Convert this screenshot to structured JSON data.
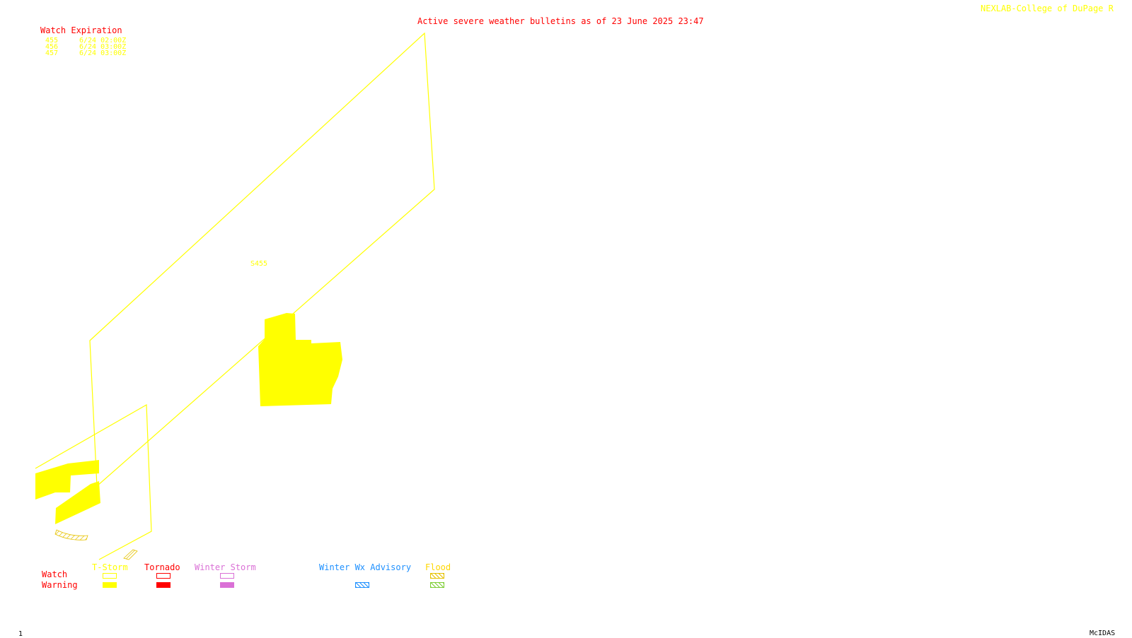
{
  "header": {
    "title": "Active severe weather bulletins as of 23 June 2025 23:47",
    "credit": "NEXLAB-College of DuPage R"
  },
  "watch_table": {
    "heading": "Watch Expiration",
    "rows": [
      {
        "id": "455",
        "expires": "6/24 02:00Z"
      },
      {
        "id": "456",
        "expires": "6/24 03:00Z"
      },
      {
        "id": "457",
        "expires": "6/24 03:00Z"
      }
    ]
  },
  "map": {
    "watch_label": "S455"
  },
  "legend": {
    "row_watch": "Watch",
    "row_warning": "Warning",
    "columns": [
      {
        "label": "T-Storm",
        "color": "#ffff00"
      },
      {
        "label": "Tornado",
        "color": "#ff0000"
      },
      {
        "label": "Winter Storm",
        "color": "#da70d6"
      },
      {
        "label": "Winter Wx Advisory",
        "color": "#1e90ff"
      },
      {
        "label": "Flood",
        "color": "#ffd700"
      }
    ]
  },
  "footer": {
    "frame": "1",
    "software": "McIDAS"
  },
  "colors": {
    "title": "#ff0000",
    "credit": "#ffff00",
    "watch_outline": "#ffff00",
    "warning_fill": "#ffff00",
    "background": "#ffffff"
  }
}
